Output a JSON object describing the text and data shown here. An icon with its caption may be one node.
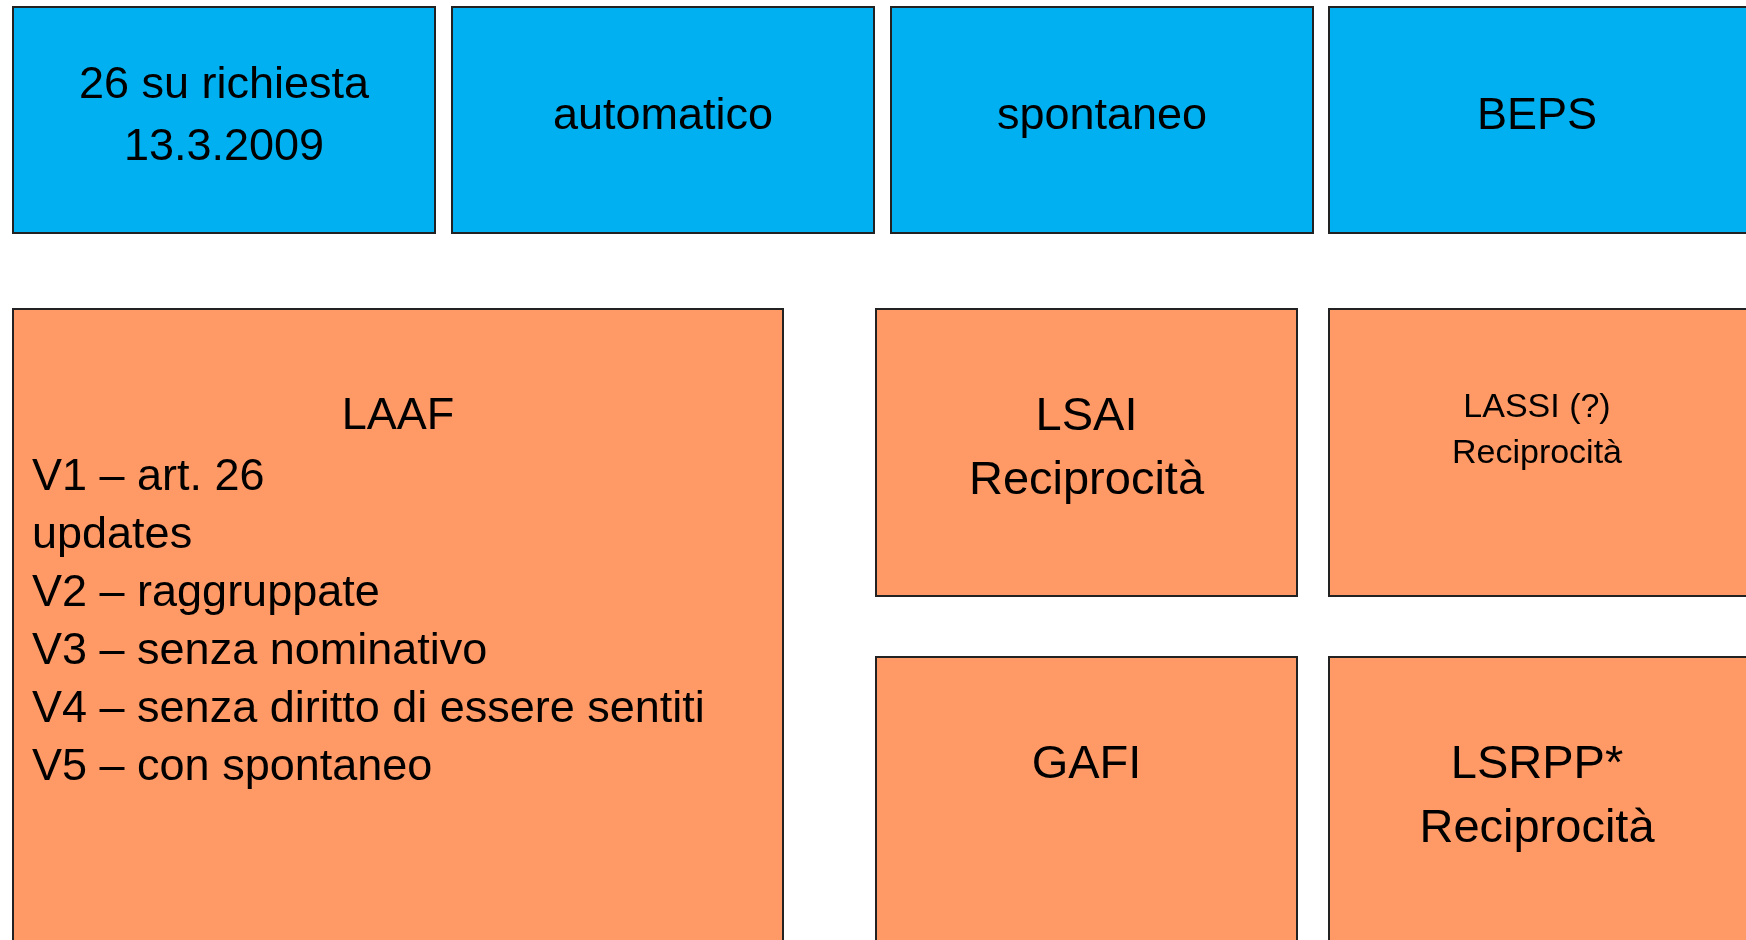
{
  "diagram": {
    "nodes": [
      {
        "text": [
          "26 su richiesta",
          "13.3.2009"
        ]
      },
      {
        "text": [
          "automatico"
        ]
      },
      {
        "text": [
          "spontaneo"
        ]
      },
      {
        "text": [
          "BEPS"
        ]
      },
      {
        "text": [
          "LAAF",
          "V1 – art. 26",
          "updates",
          "V2 – raggruppate",
          "V3 – senza nominativo",
          "V4 – senza diritto di essere sentiti",
          "V5 – con spontaneo"
        ]
      },
      {
        "text": [
          "LSAI",
          "Reciprocità"
        ]
      },
      {
        "text": [
          "LASSI (?)",
          "Reciprocità"
        ]
      },
      {
        "text": [
          "GAFI"
        ]
      },
      {
        "text": [
          "LSRPP*",
          "Reciprocità"
        ]
      }
    ]
  }
}
